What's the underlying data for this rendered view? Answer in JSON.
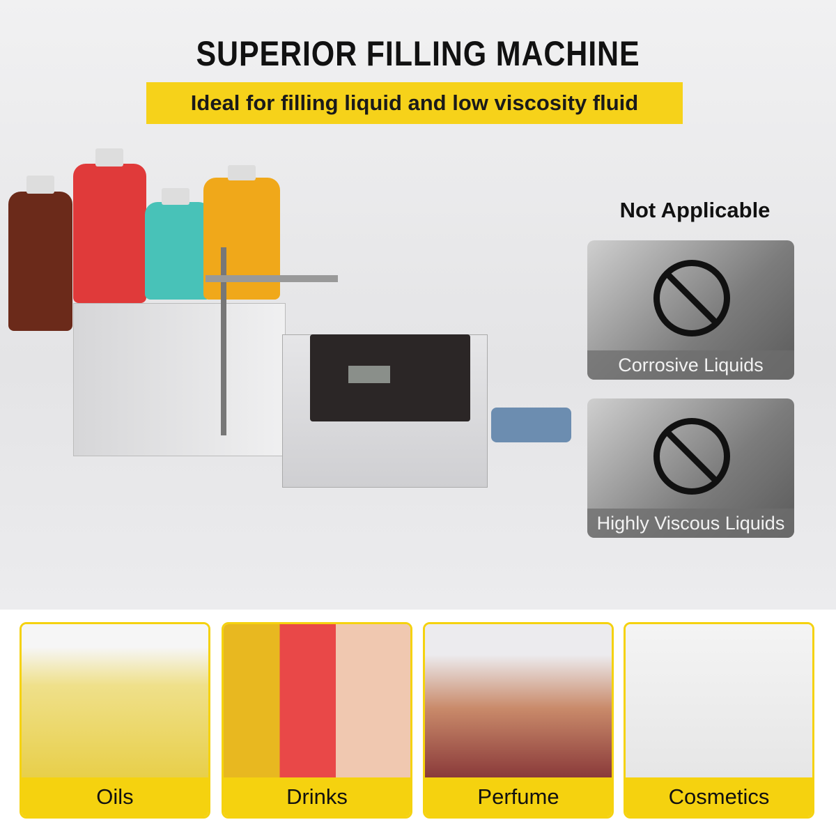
{
  "header": {
    "title": "SUPERIOR FILLING MACHINE",
    "subtitle": "Ideal for filling liquid and low viscosity fluid"
  },
  "not_applicable": {
    "heading": "Not Applicable",
    "items": [
      {
        "label": "Corrosive Liquids",
        "icon": "prohibited-icon"
      },
      {
        "label": "Highly Viscous Liquids",
        "icon": "prohibited-icon"
      }
    ]
  },
  "applications": [
    {
      "label": "Oils"
    },
    {
      "label": "Drinks"
    },
    {
      "label": "Perfume"
    },
    {
      "label": "Cosmetics"
    }
  ],
  "colors": {
    "accent": "#f6d21a",
    "text": "#111111"
  }
}
